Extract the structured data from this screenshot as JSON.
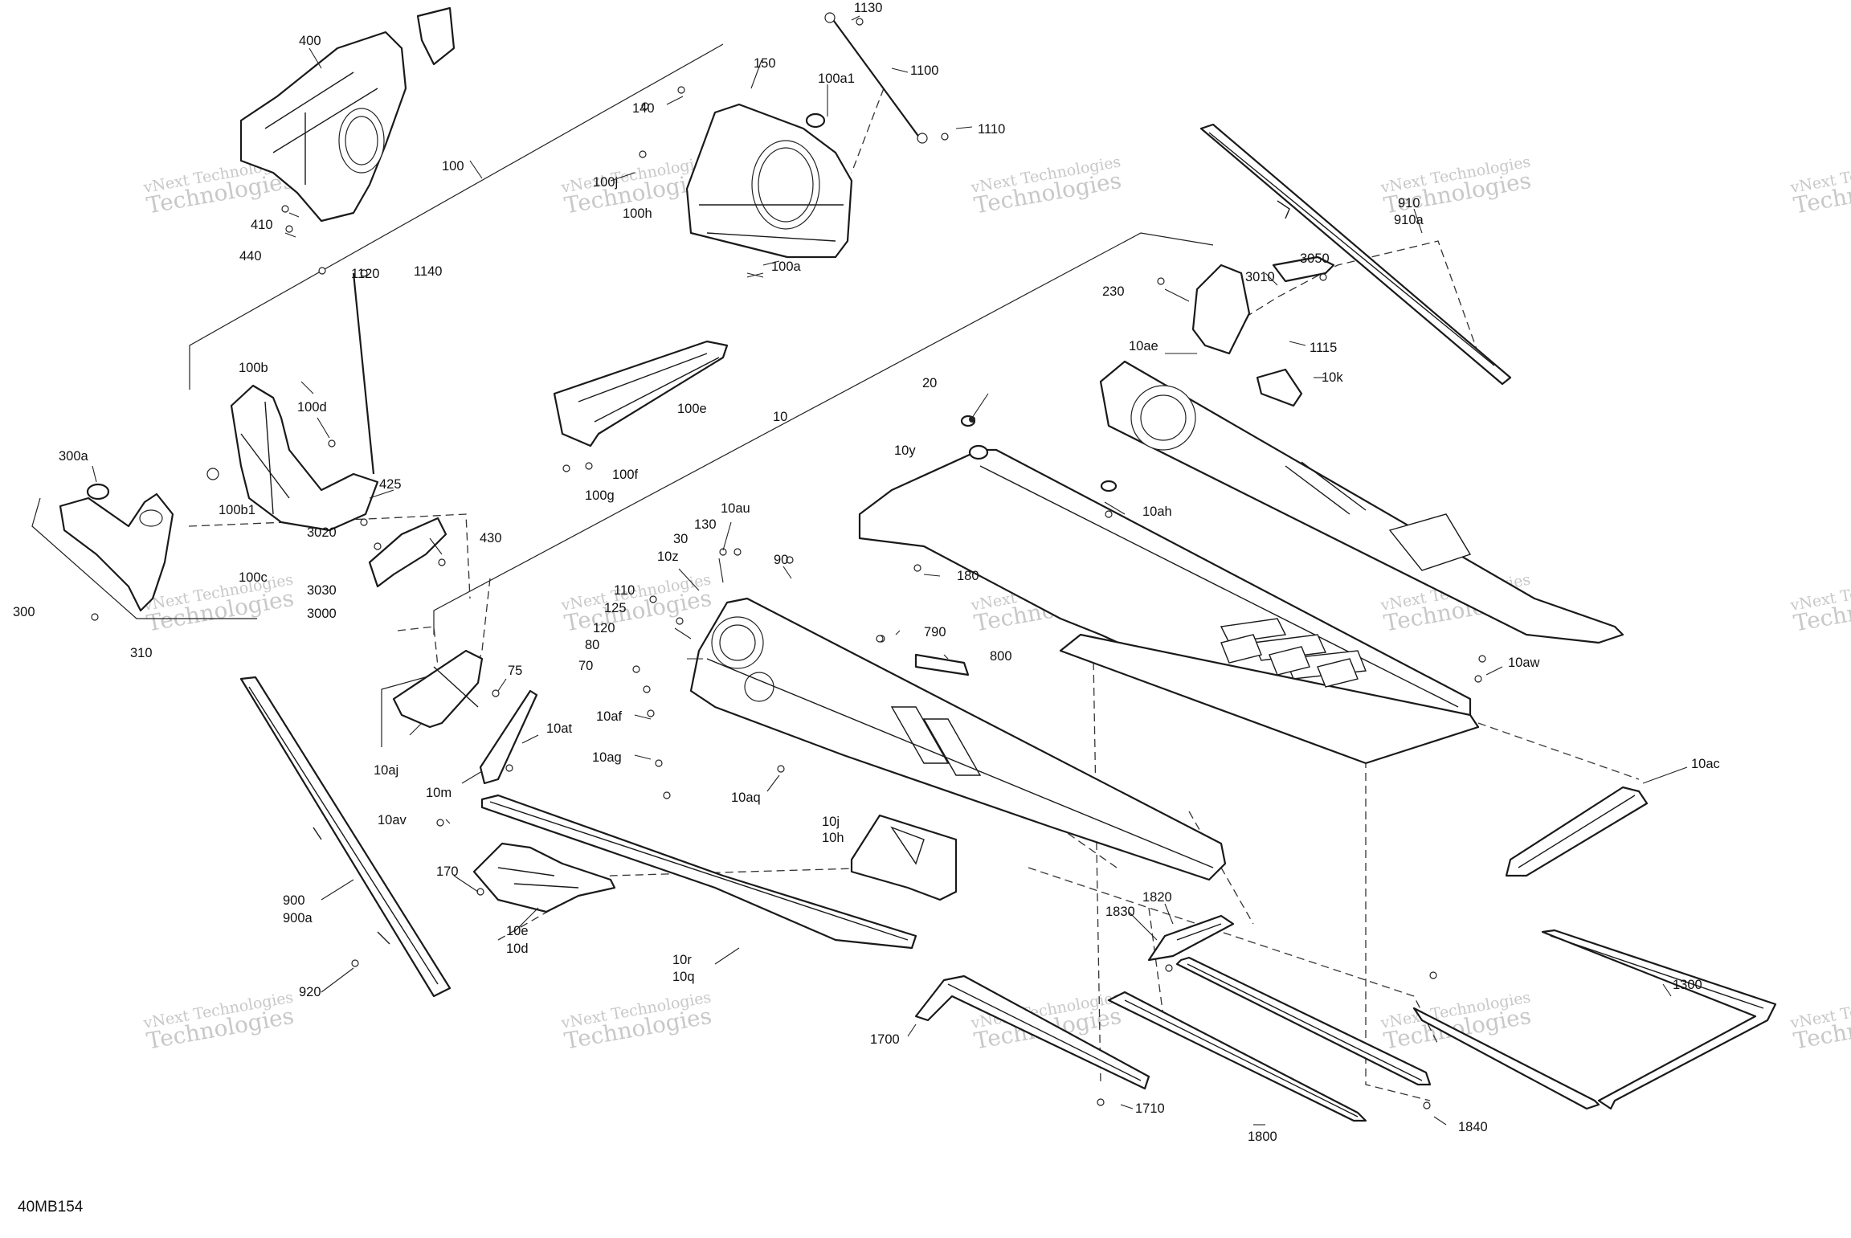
{
  "diagram_code": "40MB154",
  "watermark": {
    "line1": "vNext Technologies",
    "line2": "Technologies"
  },
  "callouts": [
    {
      "id": "400",
      "text": "400"
    },
    {
      "id": "410",
      "text": "410"
    },
    {
      "id": "440",
      "text": "440"
    },
    {
      "id": "100",
      "text": "100"
    },
    {
      "id": "150",
      "text": "150"
    },
    {
      "id": "140",
      "text": "140"
    },
    {
      "id": "100a1",
      "text": "100a1"
    },
    {
      "id": "100j",
      "text": "100j"
    },
    {
      "id": "100h",
      "text": "100h"
    },
    {
      "id": "100a",
      "text": "100a"
    },
    {
      "id": "1130",
      "text": "1130"
    },
    {
      "id": "1100",
      "text": "1100"
    },
    {
      "id": "1110",
      "text": "1110"
    },
    {
      "id": "910",
      "text": "910"
    },
    {
      "id": "910a",
      "text": "910a"
    },
    {
      "id": "3050",
      "text": "3050"
    },
    {
      "id": "3010",
      "text": "3010"
    },
    {
      "id": "230",
      "text": "230"
    },
    {
      "id": "10ae",
      "text": "10ae"
    },
    {
      "id": "1115",
      "text": "1115"
    },
    {
      "id": "10k",
      "text": "10k"
    },
    {
      "id": "1120",
      "text": "1120"
    },
    {
      "id": "1140",
      "text": "1140"
    },
    {
      "id": "100b",
      "text": "100b"
    },
    {
      "id": "100d",
      "text": "100d"
    },
    {
      "id": "300a",
      "text": "300a"
    },
    {
      "id": "100b1",
      "text": "100b1"
    },
    {
      "id": "425",
      "text": "425"
    },
    {
      "id": "430",
      "text": "430"
    },
    {
      "id": "3020",
      "text": "3020"
    },
    {
      "id": "100c",
      "text": "100c"
    },
    {
      "id": "3030",
      "text": "3030"
    },
    {
      "id": "3000",
      "text": "3000"
    },
    {
      "id": "300",
      "text": "300"
    },
    {
      "id": "310",
      "text": "310"
    },
    {
      "id": "100e",
      "text": "100e"
    },
    {
      "id": "100f",
      "text": "100f"
    },
    {
      "id": "100g",
      "text": "100g"
    },
    {
      "id": "10",
      "text": "10"
    },
    {
      "id": "20",
      "text": "20"
    },
    {
      "id": "10y",
      "text": "10y"
    },
    {
      "id": "10ah",
      "text": "10ah"
    },
    {
      "id": "180",
      "text": "180"
    },
    {
      "id": "130",
      "text": "130"
    },
    {
      "id": "10au",
      "text": "10au"
    },
    {
      "id": "30",
      "text": "30"
    },
    {
      "id": "10z",
      "text": "10z"
    },
    {
      "id": "90",
      "text": "90"
    },
    {
      "id": "110",
      "text": "110"
    },
    {
      "id": "125",
      "text": "125"
    },
    {
      "id": "120",
      "text": "120"
    },
    {
      "id": "80",
      "text": "80"
    },
    {
      "id": "70",
      "text": "70"
    },
    {
      "id": "790",
      "text": "790"
    },
    {
      "id": "800",
      "text": "800"
    },
    {
      "id": "10aw",
      "text": "10aw"
    },
    {
      "id": "75",
      "text": "75"
    },
    {
      "id": "10af",
      "text": "10af"
    },
    {
      "id": "10at",
      "text": "10at"
    },
    {
      "id": "10aj",
      "text": "10aj"
    },
    {
      "id": "10m",
      "text": "10m"
    },
    {
      "id": "10ag",
      "text": "10ag"
    },
    {
      "id": "10aq",
      "text": "10aq"
    },
    {
      "id": "10ac",
      "text": "10ac"
    },
    {
      "id": "10av",
      "text": "10av"
    },
    {
      "id": "10j",
      "text": "10j"
    },
    {
      "id": "10h",
      "text": "10h"
    },
    {
      "id": "170",
      "text": "170"
    },
    {
      "id": "900",
      "text": "900"
    },
    {
      "id": "900a",
      "text": "900a"
    },
    {
      "id": "10e",
      "text": "10e"
    },
    {
      "id": "10d",
      "text": "10d"
    },
    {
      "id": "10r",
      "text": "10r"
    },
    {
      "id": "10q",
      "text": "10q"
    },
    {
      "id": "1820",
      "text": "1820"
    },
    {
      "id": "1830",
      "text": "1830"
    },
    {
      "id": "920",
      "text": "920"
    },
    {
      "id": "1300",
      "text": "1300"
    },
    {
      "id": "1700",
      "text": "1700"
    },
    {
      "id": "1710",
      "text": "1710"
    },
    {
      "id": "1840",
      "text": "1840"
    },
    {
      "id": "1800",
      "text": "1800"
    }
  ]
}
